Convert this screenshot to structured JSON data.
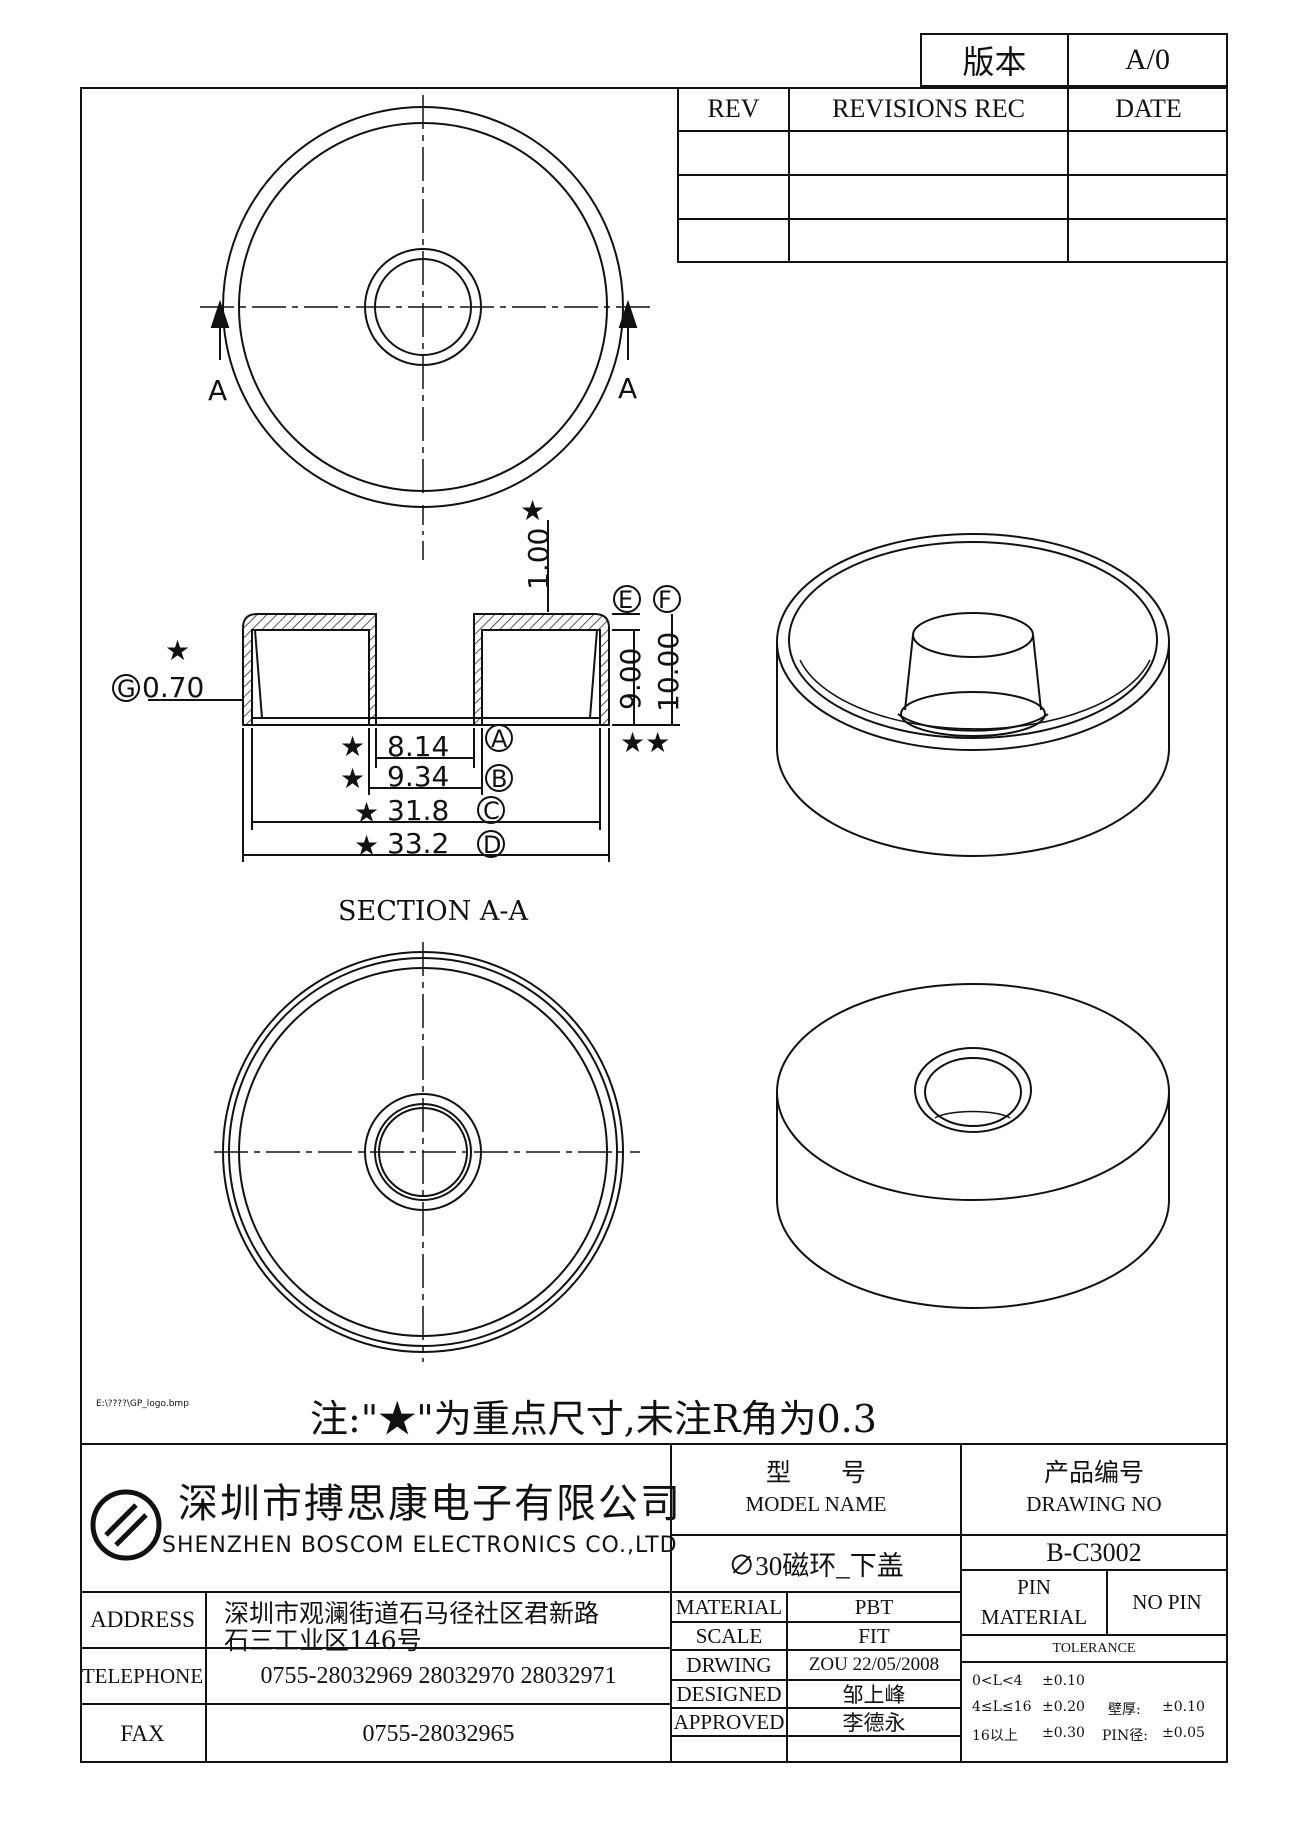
{
  "version": {
    "label": "版本",
    "value": "A/0"
  },
  "revisions": {
    "headers": {
      "rev": "REV",
      "rec": "REVISIONS REC",
      "date": "DATE"
    }
  },
  "views": {
    "section_marker": "A",
    "section_title": "SECTION A-A"
  },
  "dimensions": {
    "thickness": "1.00",
    "height_inner": "9.00",
    "height_outer": "10.00",
    "wall": "0.70",
    "d_a": "8.14",
    "d_b": "9.34",
    "d_c": "31.8",
    "d_d": "33.2",
    "label_a": "A",
    "label_b": "B",
    "label_c": "C",
    "label_d": "D",
    "label_e": "E",
    "label_f": "F",
    "label_g": "G",
    "star": "★",
    "double_star": "★★"
  },
  "logo_path": "E:\\????\\GP_logo.bmp",
  "note": "注:\"★\"为重点尺寸,未注R角为0.3",
  "company": {
    "name_cn": "深圳市搏思康电子有限公司",
    "name_en": "SHENZHEN BOSCOM ELECTRONICS CO.,LTD",
    "address_label": "ADDRESS",
    "address_line1": "深圳市观澜街道石马径社区君新路",
    "address_line2": "石三工业区146号",
    "telephone_label": "TELEPHONE",
    "telephone": "0755-28032969 28032970 28032971",
    "fax_label": "FAX",
    "fax": "0755-28032965"
  },
  "model": {
    "label_cn": "型　　号",
    "label_en": "MODEL NAME",
    "value": "∅30磁环_下盖"
  },
  "drawing": {
    "label_cn": "产品编号",
    "label_en": "DRAWING NO",
    "value": "B-C3002"
  },
  "specs": {
    "material_label": "MATERIAL",
    "material": "PBT",
    "scale_label": "SCALE",
    "scale": "FIT",
    "drwing_label": "DRWING",
    "drwing": "ZOU 22/05/2008",
    "designed_label": "DESIGNED",
    "designed": "邹上峰",
    "approved_label": "APPROVED",
    "approved": "李德永"
  },
  "pin": {
    "label_line1": "PIN",
    "label_line2": "MATERIAL",
    "value": "NO PIN"
  },
  "tolerance": {
    "label": "TOLERANCE",
    "r1_range": "0<L<4",
    "r1_tol": "±0.10",
    "r2_range": "4≤L≤16",
    "r2_tol": "±0.20",
    "r2_extra_label": "壁厚:",
    "r2_extra_tol": "±0.10",
    "r3_range": "16以上",
    "r3_tol": "±0.30",
    "r3_extra_label": "PIN径:",
    "r3_extra_tol": "±0.05"
  }
}
